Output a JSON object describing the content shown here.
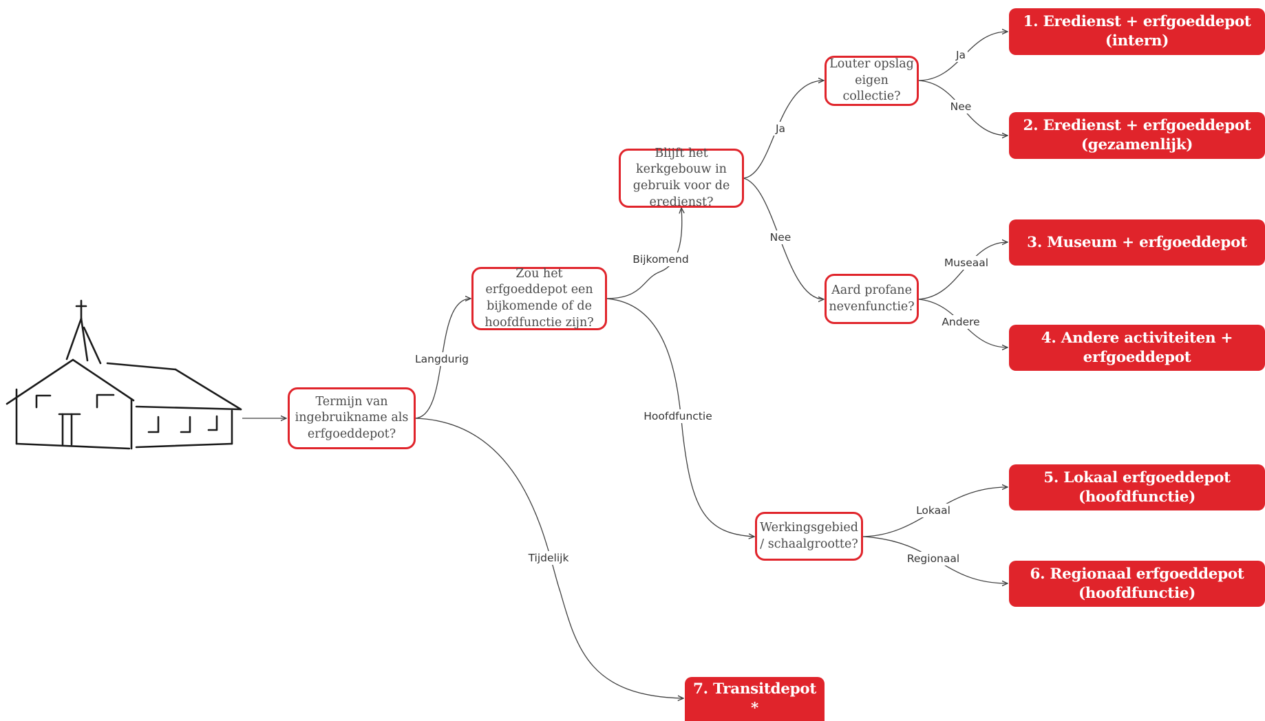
{
  "colors": {
    "accent": "#e0242b",
    "edge": "#3f3f3f",
    "question_text": "#4a4a4a"
  },
  "icons": {
    "start": "church-icon"
  },
  "questions": {
    "q1": "Termijn van ingebruikname als erfgoeddepot?",
    "q2": "Zou het erfgoeddepot een bijkomende of de hoofdfunctie zijn?",
    "q3": "Blijft het kerkgebouw in gebruik voor de eredienst?",
    "q4": "Louter opslag eigen collectie?",
    "q5": "Aard profane nevenfunctie?",
    "q6": "Werkingsgebied / schaalgrootte?"
  },
  "outcomes": {
    "o1": "1. Eredienst + erfgoeddepot (intern)",
    "o2": "2. Eredienst + erfgoeddepot (gezamenlijk)",
    "o3": "3. Museum + erfgoeddepot",
    "o4": "4. Andere activiteiten + erfgoeddepot",
    "o5": "5. Lokaal erfgoeddepot (hoofdfunctie)",
    "o6": "6. Regionaal erfgoeddepot (hoofdfunctie)",
    "o7": "7. Transitdepot *"
  },
  "edge_labels": {
    "langdurig": "Langdurig",
    "tijdelijk": "Tijdelijk",
    "bijkomend": "Bijkomend",
    "hoofdfunctie": "Hoofdfunctie",
    "ja_q3": "Ja",
    "nee_q3": "Nee",
    "ja_q4": "Ja",
    "nee_q4": "Nee",
    "museaal": "Museaal",
    "andere": "Andere",
    "lokaal": "Lokaal",
    "regionaal": "Regionaal"
  }
}
